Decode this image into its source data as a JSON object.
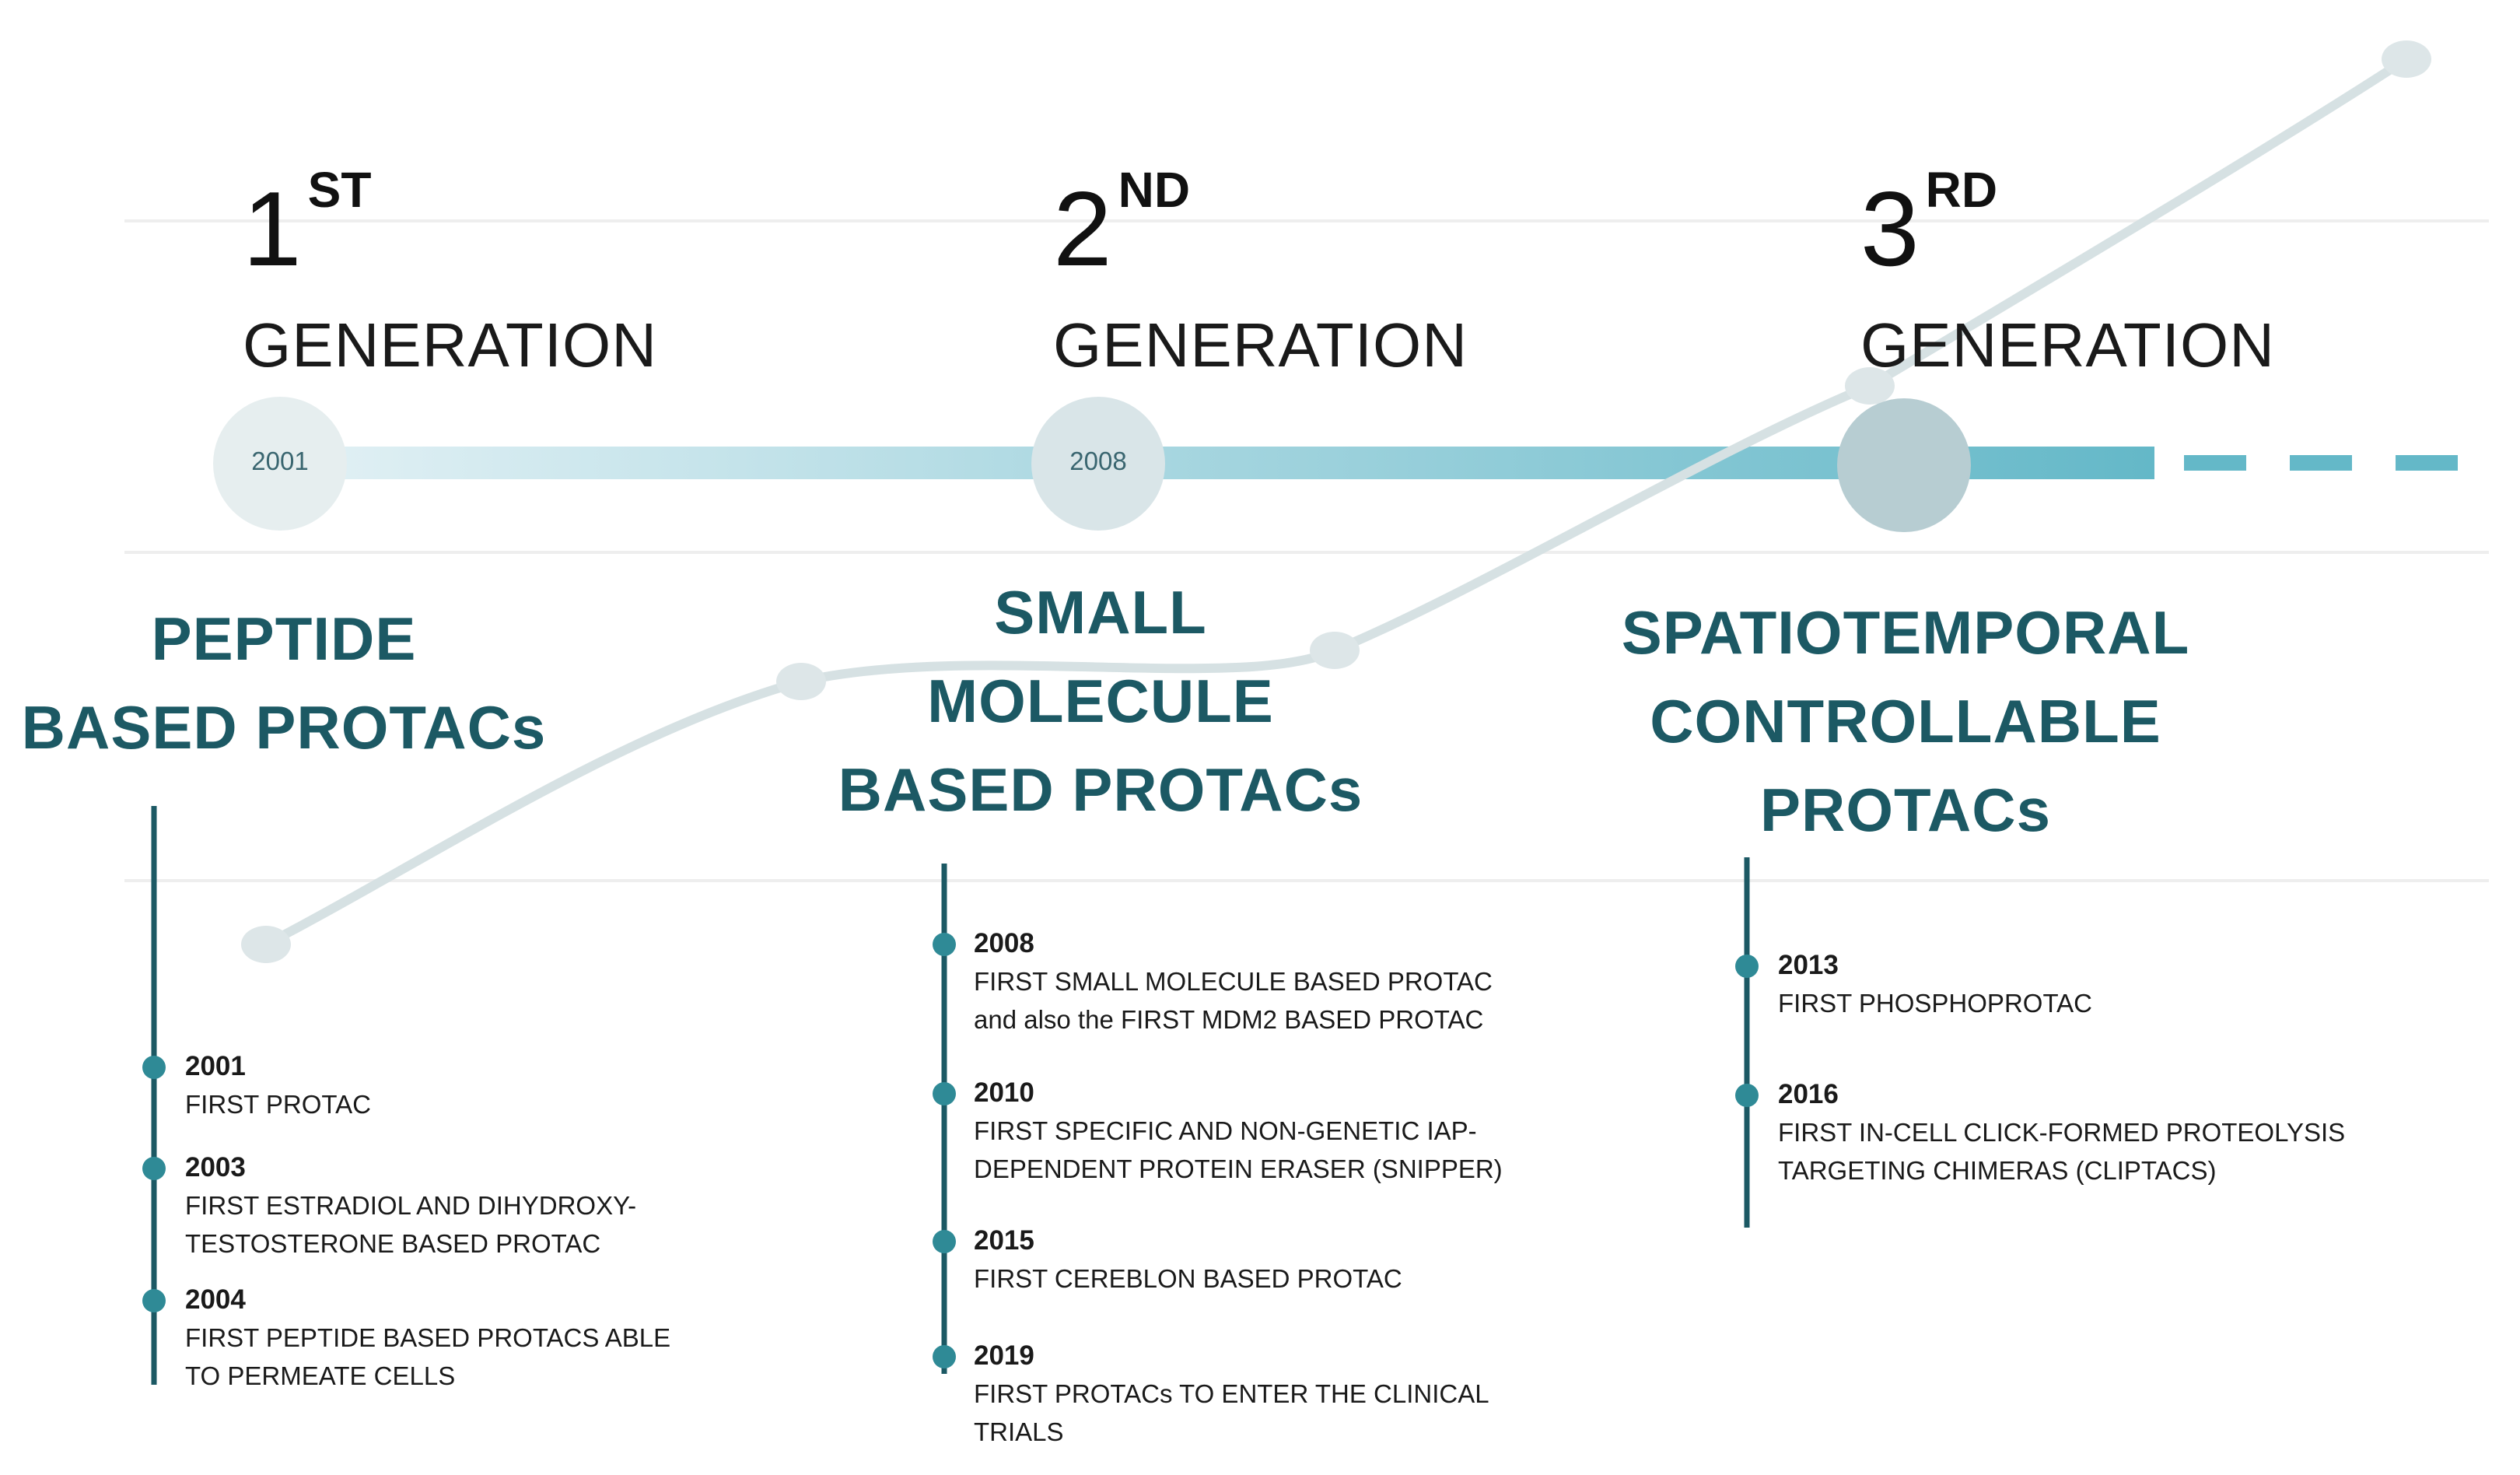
{
  "colors": {
    "accent_dark": "#1c5964",
    "line_node": "#2f8a96",
    "bar_light": "#d9eef3",
    "bar_mid": "#64b8c8",
    "curve": "#d6e1e3",
    "circle": "#dce8ea"
  },
  "generations": [
    {
      "number": "1",
      "suffix": "ST",
      "word": "GENERATION",
      "dot_label": "2001",
      "category": [
        "PEPTIDE",
        "BASED PROTACs"
      ],
      "events": [
        {
          "year": "2001",
          "text": "FIRST PROTAC"
        },
        {
          "year": "2003",
          "text": "FIRST ESTRADIOL AND DIHYDROXY-\nTESTOSTERONE BASED PROTAC"
        },
        {
          "year": "2004",
          "text": "FIRST PEPTIDE BASED PROTACS ABLE\nTO PERMEATE CELLS"
        }
      ]
    },
    {
      "number": "2",
      "suffix": "ND",
      "word": "GENERATION",
      "dot_label": "2008",
      "category": [
        "SMALL",
        "MOLECULE",
        "BASED PROTACs"
      ],
      "events": [
        {
          "year": "2008",
          "text": "FIRST SMALL MOLECULE BASED PROTAC\nand also the FIRST MDM2 BASED PROTAC"
        },
        {
          "year": "2010",
          "text": "FIRST SPECIFIC AND NON-GENETIC IAP-\nDEPENDENT PROTEIN ERASER (SNIPPER)"
        },
        {
          "year": "2015",
          "text": "FIRST CEREBLON BASED PROTAC"
        },
        {
          "year": "2019",
          "text": "FIRST PROTACs TO ENTER THE CLINICAL\nTRIALS"
        }
      ]
    },
    {
      "number": "3",
      "suffix": "RD",
      "word": "GENERATION",
      "dot_label": "",
      "category": [
        "SPATIOTEMPORAL",
        "CONTROLLABLE",
        "PROTACs"
      ],
      "events": [
        {
          "year": "2013",
          "text": "FIRST PHOSPHOPROTAC"
        },
        {
          "year": "2016",
          "text": "FIRST IN-CELL CLICK-FORMED PROTEOLYSIS\nTARGETING CHIMERAS (CLIPTACS)"
        }
      ]
    }
  ]
}
